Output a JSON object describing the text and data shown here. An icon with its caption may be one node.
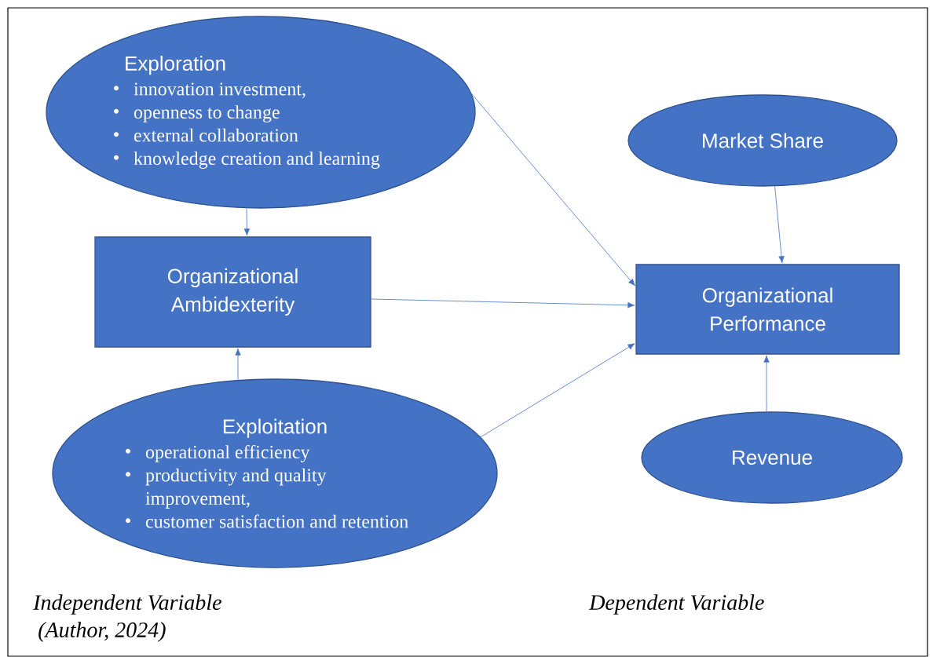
{
  "diagram": {
    "nodes": [
      {
        "text": [
          "Exploration",
          "innovation investment,",
          "openness to change",
          "external collaboration",
          "knowledge creation and learning"
        ]
      },
      {
        "text": [
          "Organizational Ambidexterity"
        ]
      },
      {
        "text": [
          "Exploitation",
          "operational efficiency",
          "productivity and quality improvement,",
          "customer satisfaction and retention"
        ]
      },
      {
        "text": [
          "Market Share"
        ]
      },
      {
        "text": [
          "Organizational Performance"
        ]
      },
      {
        "text": [
          "Revenue"
        ]
      }
    ],
    "edges": [
      {
        "from": 0,
        "to": 1,
        "arrow": "to"
      },
      {
        "from": 0,
        "to": 4,
        "arrow": "to"
      },
      {
        "from": 1,
        "to": 4,
        "arrow": "to"
      },
      {
        "from": 2,
        "to": 1,
        "arrow": "to"
      },
      {
        "from": 2,
        "to": 4,
        "arrow": "to"
      },
      {
        "from": 3,
        "to": 4,
        "arrow": "to"
      },
      {
        "from": 5,
        "to": 4,
        "arrow": "to"
      }
    ],
    "labels": [
      "Independent Variable",
      "(Author, 2024)",
      "Dependent Variable"
    ]
  }
}
